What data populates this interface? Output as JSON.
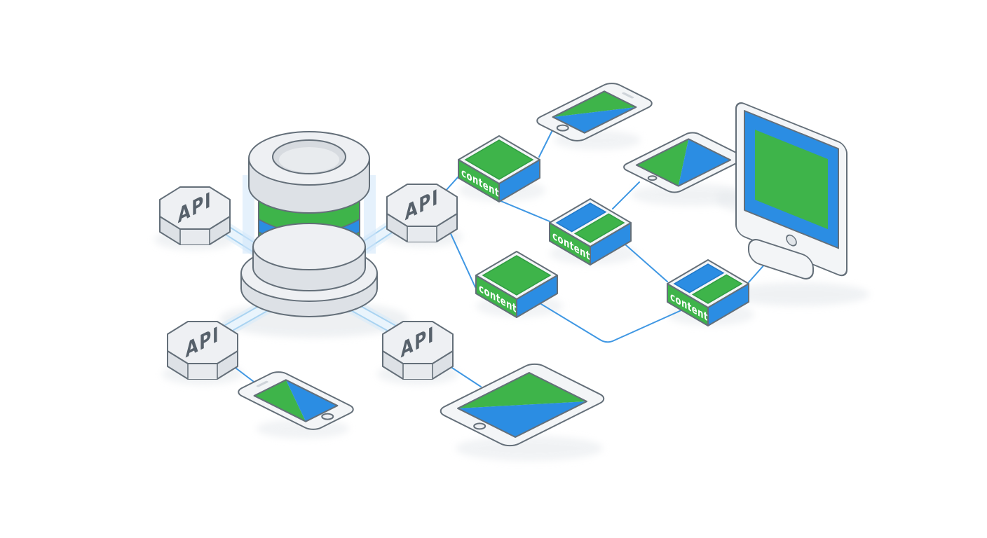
{
  "colors": {
    "canvas": "#ffffff",
    "green": "#3eb44a",
    "greenDark": "#2f9c41",
    "blue": "#2b8de3",
    "blueDark": "#1f78c8",
    "lineBlue": "#3f97e3",
    "glowBlue": "#a9d3f1",
    "glowLight": "#e9f4fc",
    "glowHalo": "#d7ebfa",
    "surfaceLight": "#eef0f3",
    "surfaceMid": "#dde1e6",
    "outline": "#646f79",
    "labelDark": "#57616b",
    "shadow": "#e3e7eb"
  },
  "diagram": {
    "database": {
      "id": "content-database",
      "stripe_colors": [
        "#3eb44a",
        "#2b8de3"
      ]
    },
    "api_nodes": [
      {
        "id": "api-top-left",
        "label": "API"
      },
      {
        "id": "api-top-right",
        "label": "API"
      },
      {
        "id": "api-bottom-left",
        "label": "API"
      },
      {
        "id": "api-bottom-right",
        "label": "API"
      }
    ],
    "content_blocks": [
      {
        "id": "content-block-1",
        "label": "content",
        "top": "solid-green"
      },
      {
        "id": "content-block-2",
        "label": "content",
        "top": "split-blue-green"
      },
      {
        "id": "content-block-3",
        "label": "content",
        "top": "solid-green"
      },
      {
        "id": "content-block-4",
        "label": "content",
        "top": "split-blue-green"
      }
    ],
    "devices": [
      {
        "id": "smartphone-top"
      },
      {
        "id": "tablet-top"
      },
      {
        "id": "desktop-monitor"
      },
      {
        "id": "smartphone-bottom"
      },
      {
        "id": "tablet-bottom"
      }
    ],
    "connections": [
      {
        "from": "content-database",
        "to": "api-top-left",
        "style": "glow"
      },
      {
        "from": "content-database",
        "to": "api-top-right",
        "style": "glow"
      },
      {
        "from": "content-database",
        "to": "api-bottom-left",
        "style": "glow"
      },
      {
        "from": "content-database",
        "to": "api-bottom-right",
        "style": "glow"
      },
      {
        "from": "api-top-right",
        "to": "content-block-1",
        "style": "line"
      },
      {
        "from": "api-top-right",
        "to": "content-block-3",
        "style": "line"
      },
      {
        "from": "content-block-1",
        "to": "smartphone-top",
        "style": "line"
      },
      {
        "from": "content-block-1",
        "to": "content-block-2",
        "style": "line"
      },
      {
        "from": "content-block-2",
        "to": "tablet-top",
        "style": "line"
      },
      {
        "from": "content-block-2",
        "to": "content-block-4",
        "style": "line"
      },
      {
        "from": "content-block-3",
        "to": "content-block-4",
        "style": "line"
      },
      {
        "from": "content-block-4",
        "to": "desktop-monitor",
        "style": "line"
      },
      {
        "from": "api-bottom-left",
        "to": "smartphone-bottom",
        "style": "line"
      },
      {
        "from": "api-bottom-right",
        "to": "tablet-bottom",
        "style": "line"
      }
    ]
  }
}
